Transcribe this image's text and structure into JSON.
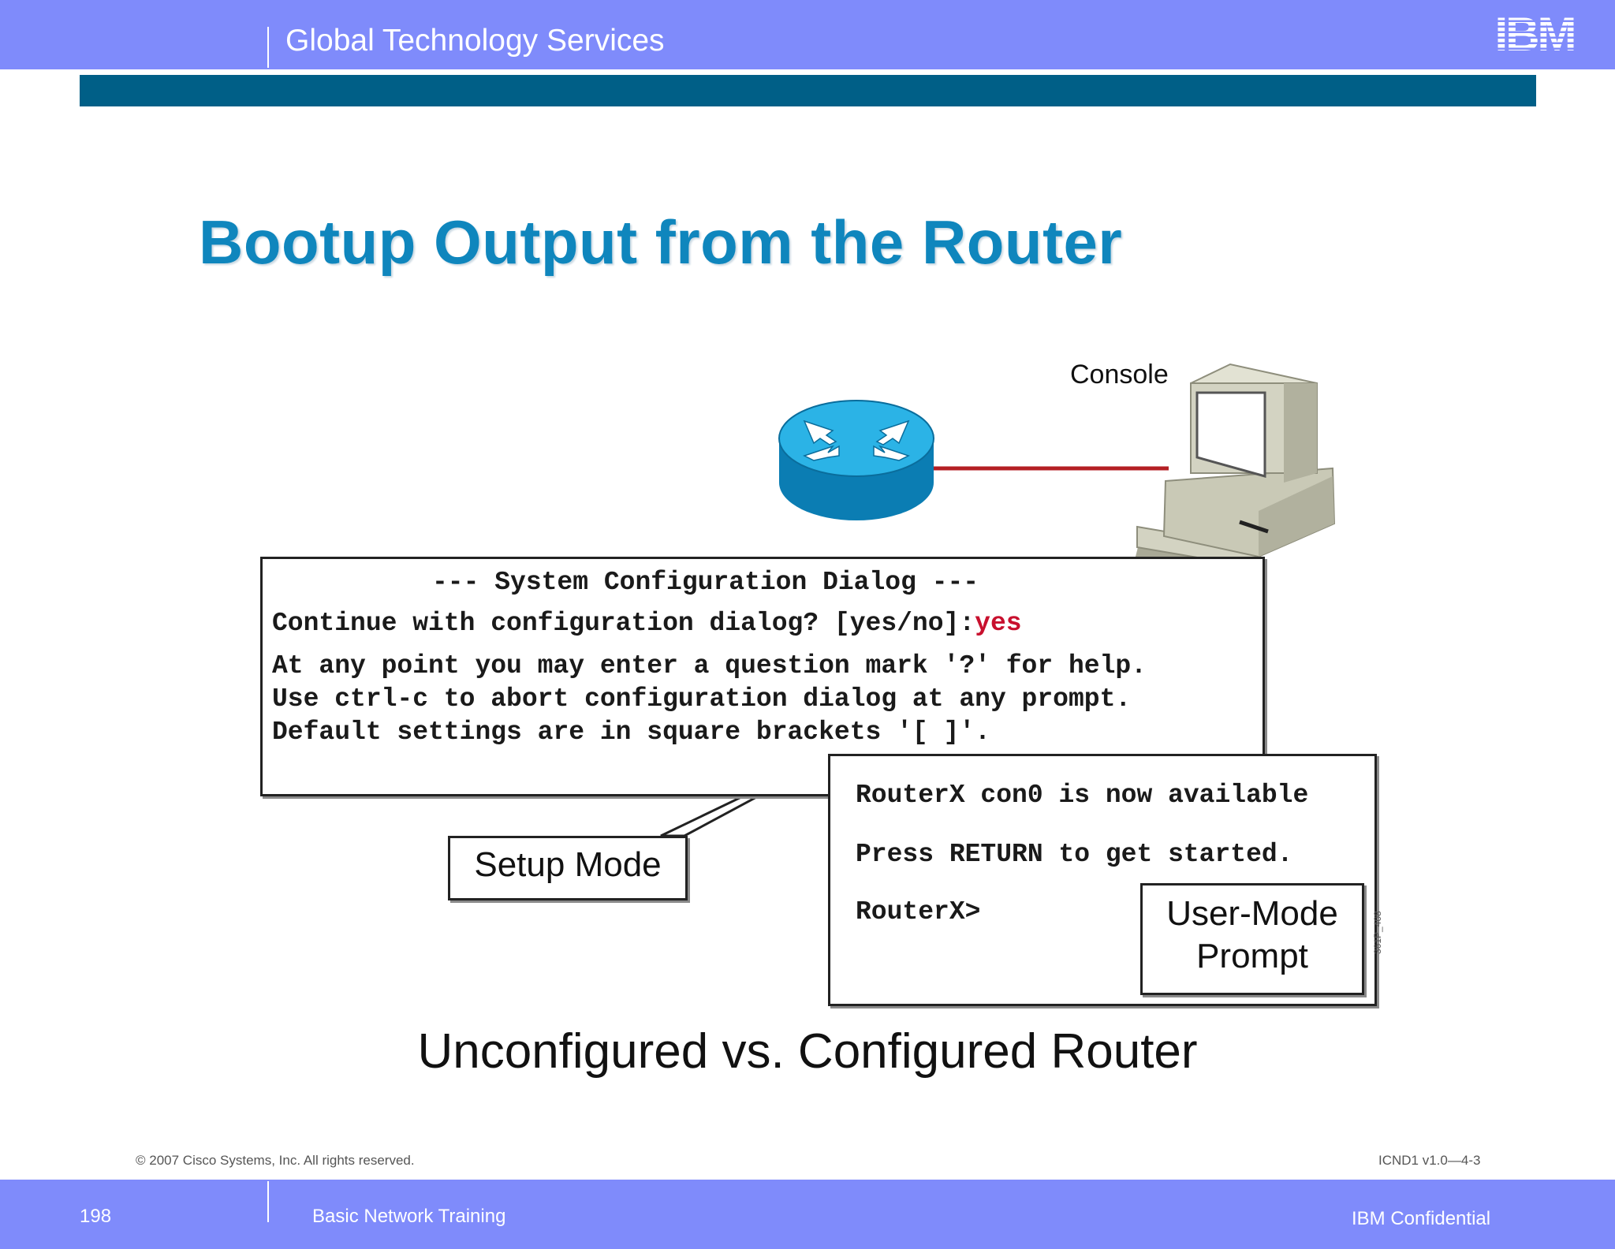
{
  "header": {
    "title": "Global Technology Services",
    "logo_text": "IBM"
  },
  "slide": {
    "title": "Bootup Output from the Router"
  },
  "diagram": {
    "console_label": "Console",
    "setup_dialog": {
      "header": "--- System Configuration Dialog ---",
      "prompt_text": "Continue with configuration dialog? [yes/no]:",
      "prompt_answer": "yes",
      "line_help": "At any point you may enter a question mark '?' for help.",
      "line_abort": "Use ctrl-c to abort configuration dialog at any prompt.",
      "line_default": "Default settings are in square brackets '[ ]'."
    },
    "configured_output": {
      "line_available": "RouterX con0 is now available",
      "line_press": "Press RETURN to get started.",
      "prompt": "RouterX>"
    },
    "callouts": {
      "setup_mode": "Setup Mode",
      "user_mode_line1": "User-Mode",
      "user_mode_line2": "Prompt"
    },
    "figure_code": "361P_408",
    "caption": "Unconfigured vs. Configured Router"
  },
  "slide_footer": {
    "copyright": "© 2007 Cisco Systems, Inc. All rights reserved.",
    "course_code": "ICND1 v1.0—4-3"
  },
  "footer": {
    "page_number": "198",
    "title": "Basic Network Training",
    "confidential": "IBM Confidential"
  },
  "colors": {
    "bar": "#7f8bfb",
    "accent_strip": "#005f87",
    "title_blue": "#0f86bd",
    "answer_red": "#c8102e",
    "cable_red": "#b41f24",
    "router_blue": "#1a9fd6"
  }
}
